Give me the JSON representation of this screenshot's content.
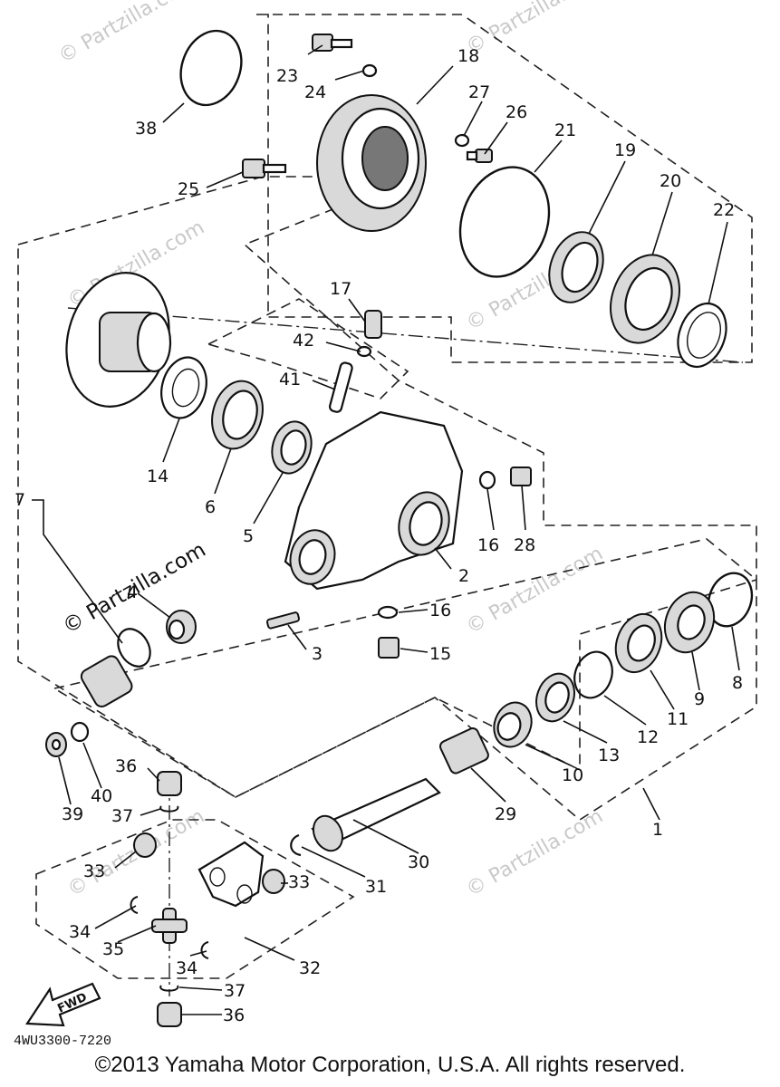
{
  "diagram": {
    "part_code": "4WU3300-7220",
    "copyright": "©2013 Yamaha Motor Corporation, U.S.A. All rights reserved.",
    "watermark": "© Partzilla.com",
    "fwd_label": "FWD",
    "callouts": [
      "1",
      "2",
      "3",
      "4",
      "5",
      "6",
      "7",
      "8",
      "9",
      "10",
      "11",
      "12",
      "13",
      "14",
      "15",
      "16",
      "16",
      "17",
      "18",
      "19",
      "20",
      "21",
      "22",
      "23",
      "24",
      "25",
      "26",
      "27",
      "28",
      "29",
      "30",
      "31",
      "32",
      "33",
      "33",
      "34",
      "34",
      "35",
      "36",
      "36",
      "37",
      "37",
      "38",
      "39",
      "40",
      "41",
      "42"
    ]
  }
}
